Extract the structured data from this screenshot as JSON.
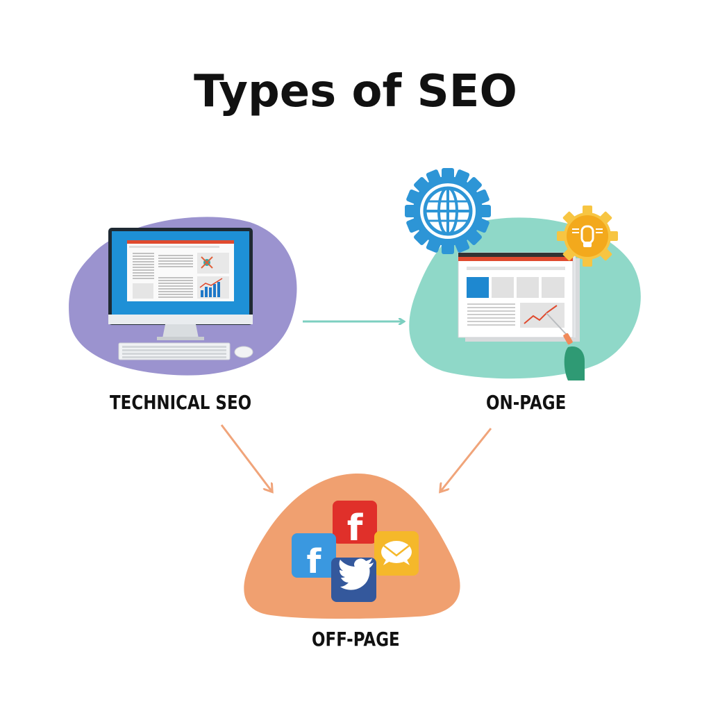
{
  "title": "Types of SEO",
  "nodes": [
    {
      "id": "technical",
      "label": "TECHNICAL SEO",
      "blob_color": "#9b93cf",
      "icon": "desktop-computer-icon"
    },
    {
      "id": "onpage",
      "label": "ON-PAGE",
      "blob_color": "#8fd8c8",
      "icon": "webpage-analytics-icon"
    },
    {
      "id": "offpage",
      "label": "OFF-PAGE",
      "blob_color": "#f0a070",
      "icon": "social-media-icons"
    }
  ],
  "edges": [
    {
      "from": "technical",
      "to": "onpage",
      "color": "#7ccfc0"
    },
    {
      "from": "technical",
      "to": "offpage",
      "color": "#f0a47a"
    },
    {
      "from": "onpage",
      "to": "offpage",
      "color": "#f0a47a"
    }
  ],
  "social_icons": [
    {
      "name": "facebook-red",
      "glyph": "f",
      "color": "#e0302a"
    },
    {
      "name": "facebook-blue",
      "glyph": "f",
      "color": "#3a98e0"
    },
    {
      "name": "twitter",
      "glyph": "bird",
      "color": "#34589c"
    },
    {
      "name": "message",
      "glyph": "envelope",
      "color": "#f5b82a"
    }
  ],
  "gear_icons": [
    {
      "name": "globe-gear",
      "color": "#2d95d6"
    },
    {
      "name": "idea-gear",
      "color": "#f3b51c"
    }
  ]
}
